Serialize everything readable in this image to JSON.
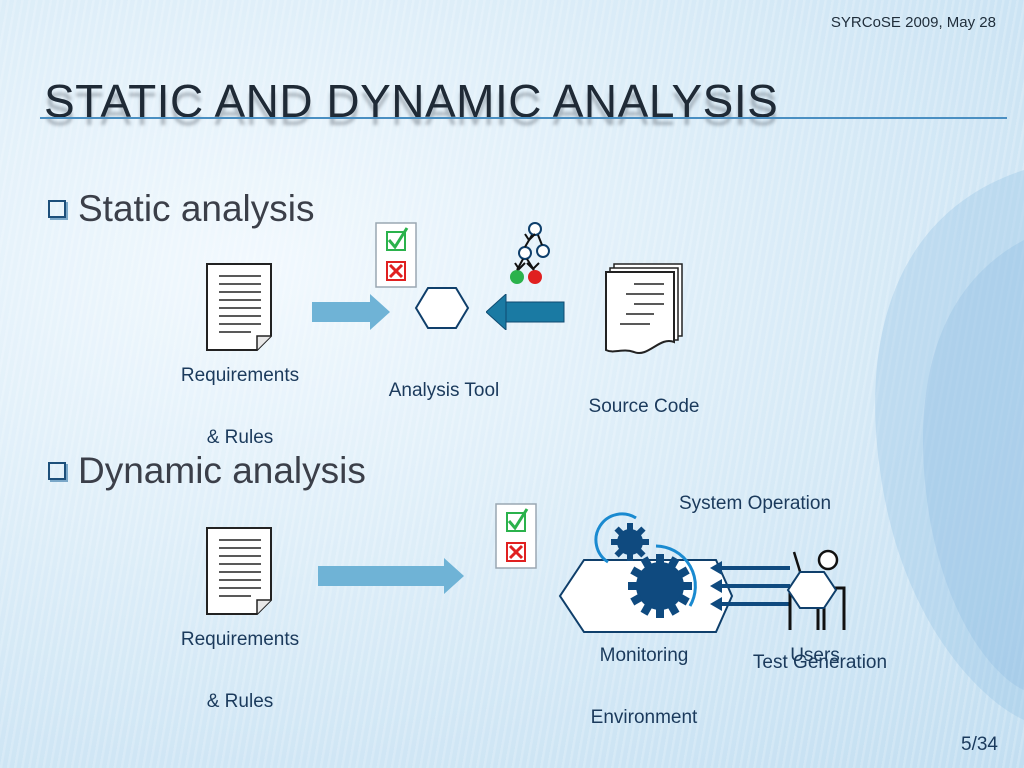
{
  "header": {
    "date": "SYRCoSE 2009, May 28"
  },
  "title": "STATIC AND DYNAMIC ANALYSIS",
  "static": {
    "bullet": "Static analysis",
    "requirements_line1": "Requirements",
    "requirements_line2": "& Rules",
    "analysis_tool": "Analysis Tool",
    "source_code": "Source Code"
  },
  "dynamic": {
    "bullet": "Dynamic analysis",
    "requirements_line1": "Requirements",
    "requirements_line2": "& Rules",
    "system_operation": "System Operation",
    "monitoring": "Monitoring",
    "environment": "Environment",
    "users": "Users",
    "test_generation": "Test Generation"
  },
  "icons": {
    "check": "☑",
    "cross": "☒"
  },
  "colors": {
    "title": "#1f2a36",
    "label": "#1b3a5c",
    "arrow_light": "#6fb3d6",
    "arrow_dark": "#1a7aa3",
    "gear": "#0f4a7f",
    "check_green": "#2bb24c",
    "cross_red": "#e02020"
  },
  "footer": {
    "page": "5/34"
  }
}
